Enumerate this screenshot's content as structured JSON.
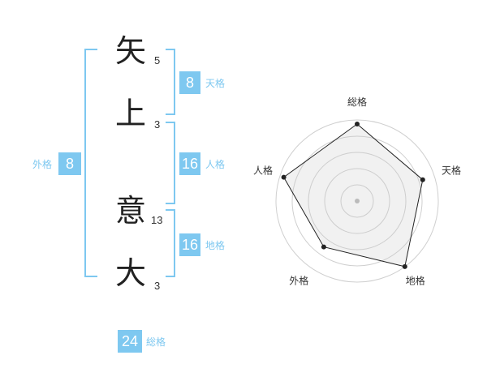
{
  "colors": {
    "accent": "#7ec8f0",
    "box": "#7ec8f0",
    "label": "#7ec8f0",
    "text": "#222222"
  },
  "name": {
    "chars": [
      {
        "char": "矢",
        "strokes": "5"
      },
      {
        "char": "上",
        "strokes": "3"
      },
      {
        "char": "意",
        "strokes": "13"
      },
      {
        "char": "大",
        "strokes": "3"
      }
    ]
  },
  "kaku": {
    "tenkaku": {
      "value": "8",
      "label": "天格"
    },
    "jinkaku": {
      "value": "16",
      "label": "人格"
    },
    "chikaku": {
      "value": "16",
      "label": "地格"
    },
    "gaikaku": {
      "value": "8",
      "label": "外格"
    },
    "soukaku": {
      "value": "24",
      "label": "総格"
    }
  },
  "chart_data": {
    "type": "radar",
    "axes": [
      "総格",
      "天格",
      "地格",
      "外格",
      "人格"
    ],
    "rings": 5,
    "values": [
      0.95,
      0.85,
      1.0,
      0.7,
      0.95
    ],
    "grid": true,
    "legend": "none"
  }
}
